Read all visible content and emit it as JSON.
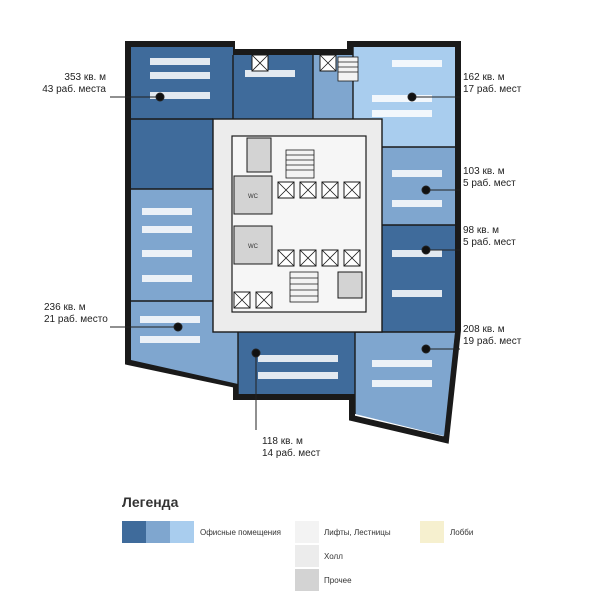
{
  "callouts": [
    {
      "area": "353 кв. м",
      "seats": "43 раб. места"
    },
    {
      "area": "162 кв. м",
      "seats": "17 раб. мест"
    },
    {
      "area": "103 кв. м",
      "seats": "5 раб. мест"
    },
    {
      "area": "98 кв. м",
      "seats": "5 раб. мест"
    },
    {
      "area": "236 кв. м",
      "seats": "21 раб. место"
    },
    {
      "area": "208 кв. м",
      "seats": "19 раб. мест"
    },
    {
      "area": "118 кв. м",
      "seats": "14 раб. мест"
    }
  ],
  "wc_labels": [
    "WC",
    "WC"
  ],
  "legend": {
    "title": "Легенда",
    "items": [
      {
        "label": "Офисные помещения",
        "colors": [
          "#3f6b9b",
          "#7fa6cf",
          "#a9cdee"
        ]
      },
      {
        "label": "Лифты, Лестницы",
        "colors": [
          "#f3f3f3"
        ]
      },
      {
        "label": "Холл",
        "colors": [
          "#ececec"
        ]
      },
      {
        "label": "Прочее",
        "colors": [
          "#d3d3d3"
        ]
      },
      {
        "label": "Лобби",
        "colors": [
          "#f6f0cf"
        ]
      }
    ]
  },
  "colors": {
    "office_dark": "#3f6b9b",
    "office_mid": "#7fa6cf",
    "office_light": "#a9cdee",
    "wall": "#1a1a1a"
  }
}
